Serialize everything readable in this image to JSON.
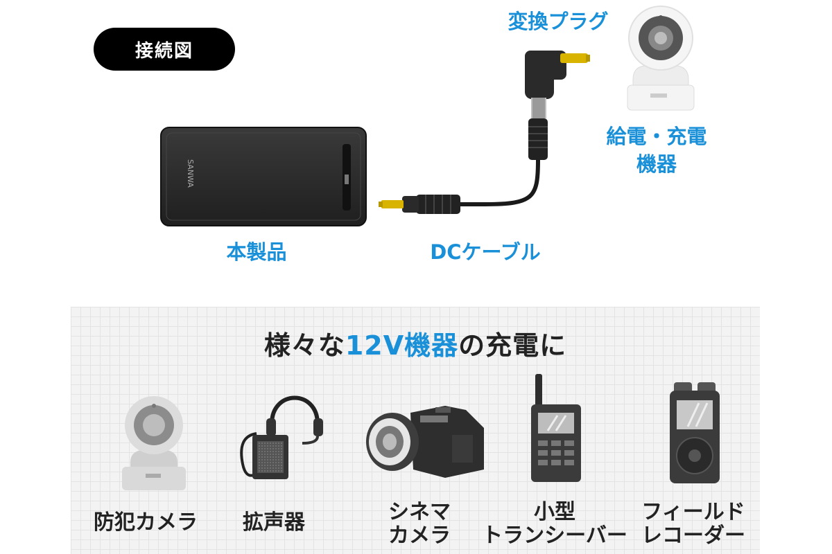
{
  "badge": {
    "label": "接続図"
  },
  "diagram": {
    "plug_label": "変換プラグ",
    "device_label_line1": "給電・充電",
    "device_label_line2": "機器",
    "product_label": "本製品",
    "cable_label": "DCケーブル",
    "product_brand": "SANWA"
  },
  "section": {
    "headline_pre": "様々な",
    "headline_highlight": "12V機器",
    "headline_post": "の充電に"
  },
  "devices": [
    {
      "line1": "防犯カメラ",
      "line2": ""
    },
    {
      "line1": "拡声器",
      "line2": ""
    },
    {
      "line1": "シネマ",
      "line2": "カメラ"
    },
    {
      "line1": "小型",
      "line2": "トランシーバー"
    },
    {
      "line1": "フィールド",
      "line2": "レコーダー"
    }
  ],
  "colors": {
    "accent": "#1a90d9",
    "badge_bg": "#000000",
    "product_body": "#2b2b2b"
  }
}
